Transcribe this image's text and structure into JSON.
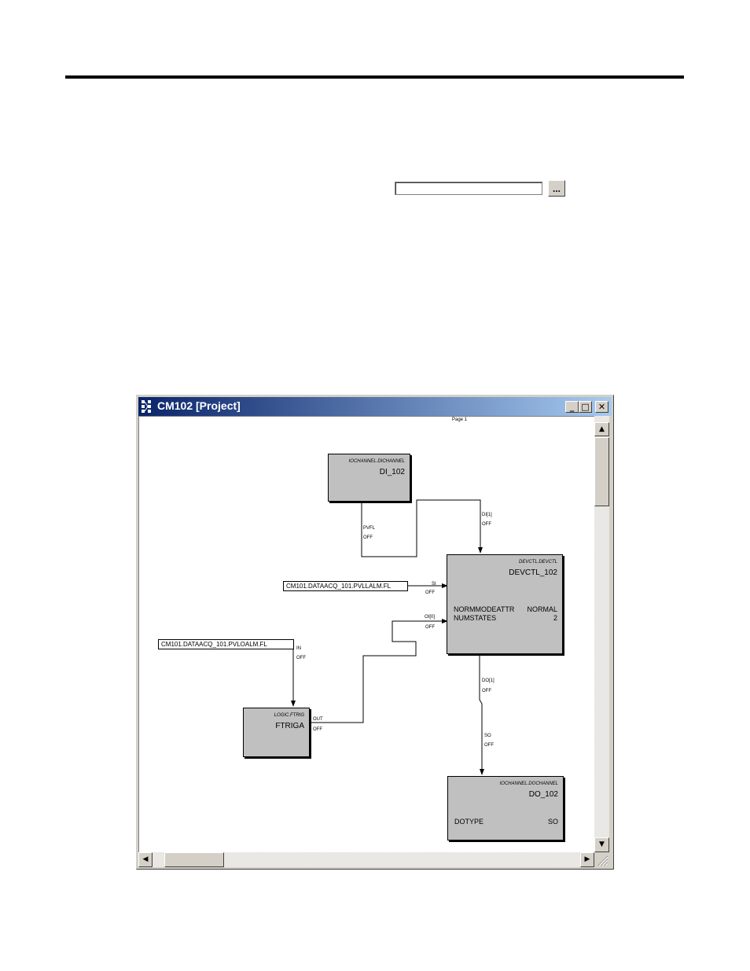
{
  "browse": {
    "button_label": "..."
  },
  "window": {
    "title": "CM102 [Project]",
    "minimize": "_",
    "maximize": "□",
    "close": "✕"
  },
  "canvas": {
    "page_label": "Page 1"
  },
  "blocks": {
    "di": {
      "type": "IOCHANNEL.DICHANNEL",
      "name": "DI_102"
    },
    "devctl": {
      "type": "DEVCTL.DEVCTL",
      "name": "DEVCTL_102",
      "params": [
        {
          "name": "NORMMODEATTR",
          "value": "NORMAL"
        },
        {
          "name": "NUMSTATES",
          "value": "2"
        }
      ]
    },
    "ftrig": {
      "type": "LOGIC.FTRIG",
      "name": "FTRIGA"
    },
    "do": {
      "type": "IOCHANNEL.DOCHANNEL",
      "name": "DO_102",
      "params": [
        {
          "name": "DOTYPE",
          "value": "SO"
        }
      ]
    }
  },
  "refs": {
    "pvllalm": "CM101.DATAACQ_101.PVLLALM.FL",
    "pvloalm": "CM101.DATAACQ_101.PVLOALM.FL"
  },
  "pins": {
    "pvfl": "PVFL",
    "pvfl_val": "OFF",
    "di1": "DI[1]",
    "di1_val": "OFF",
    "si": "SI",
    "si_val": "OFF",
    "oi0": "OI[0]",
    "oi0_val": "OFF",
    "in": "IN",
    "in_val": "OFF",
    "out": "OUT",
    "out_val": "OFF",
    "do1": "DO[1]",
    "do1_val": "OFF",
    "so": "SO",
    "so_val": "OFF"
  },
  "colors": {
    "title_start": "#0a246a",
    "title_end": "#a6caf0",
    "block_fill": "#c0c0c0"
  }
}
